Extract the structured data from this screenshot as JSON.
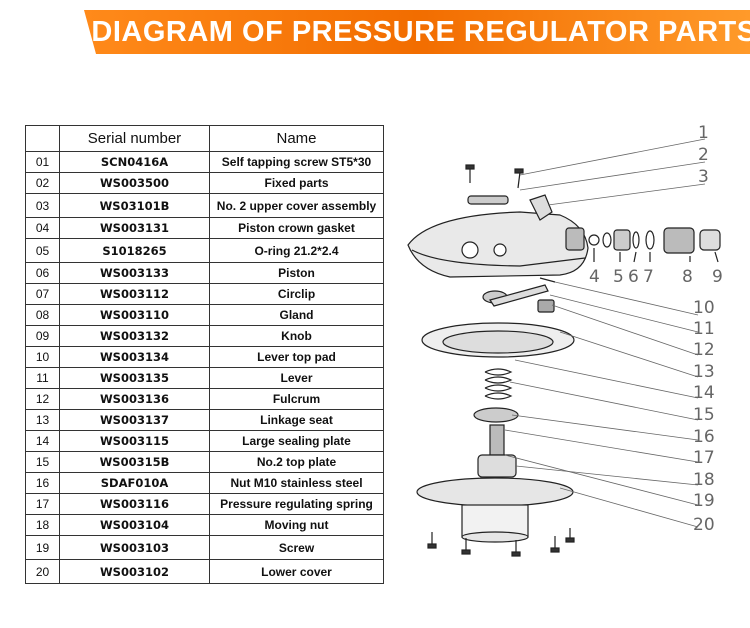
{
  "header": {
    "title": "DIAGRAM OF PRESSURE REGULATOR PARTS"
  },
  "table": {
    "columns": [
      "",
      "Serial number",
      "Name"
    ],
    "rows": [
      [
        "01",
        "SCN0416A",
        "Self tapping screw ST5*30"
      ],
      [
        "02",
        "WS003500",
        "Fixed parts"
      ],
      [
        "03",
        "WS03101B",
        "No. 2 upper cover assembly"
      ],
      [
        "04",
        "WS003131",
        "Piston crown gasket"
      ],
      [
        "05",
        "S1018265",
        "O-ring 21.2*2.4"
      ],
      [
        "06",
        "WS003133",
        "Piston"
      ],
      [
        "07",
        "WS003112",
        "Circlip"
      ],
      [
        "08",
        "WS003110",
        "Gland"
      ],
      [
        "09",
        "WS003132",
        "Knob"
      ],
      [
        "10",
        "WS003134",
        "Lever top pad"
      ],
      [
        "11",
        "WS003135",
        "Lever"
      ],
      [
        "12",
        "WS003136",
        "Fulcrum"
      ],
      [
        "13",
        "WS003137",
        "Linkage seat"
      ],
      [
        "14",
        "WS003115",
        "Large sealing plate"
      ],
      [
        "15",
        "WS00315B",
        "No.2 top plate"
      ],
      [
        "16",
        "SDAF010A",
        "Nut M10 stainless steel"
      ],
      [
        "17",
        "WS003116",
        "Pressure regulating spring"
      ],
      [
        "18",
        "WS003104",
        "Moving nut"
      ],
      [
        "19",
        "WS003103",
        "Screw"
      ],
      [
        "20",
        "WS003102",
        "Lower cover"
      ]
    ]
  },
  "diagram": {
    "callouts": [
      "1",
      "2",
      "3",
      "4",
      "5",
      "6",
      "7",
      "8",
      "9",
      "10",
      "11",
      "12",
      "13",
      "14",
      "15",
      "16",
      "17",
      "18",
      "19",
      "20"
    ]
  }
}
